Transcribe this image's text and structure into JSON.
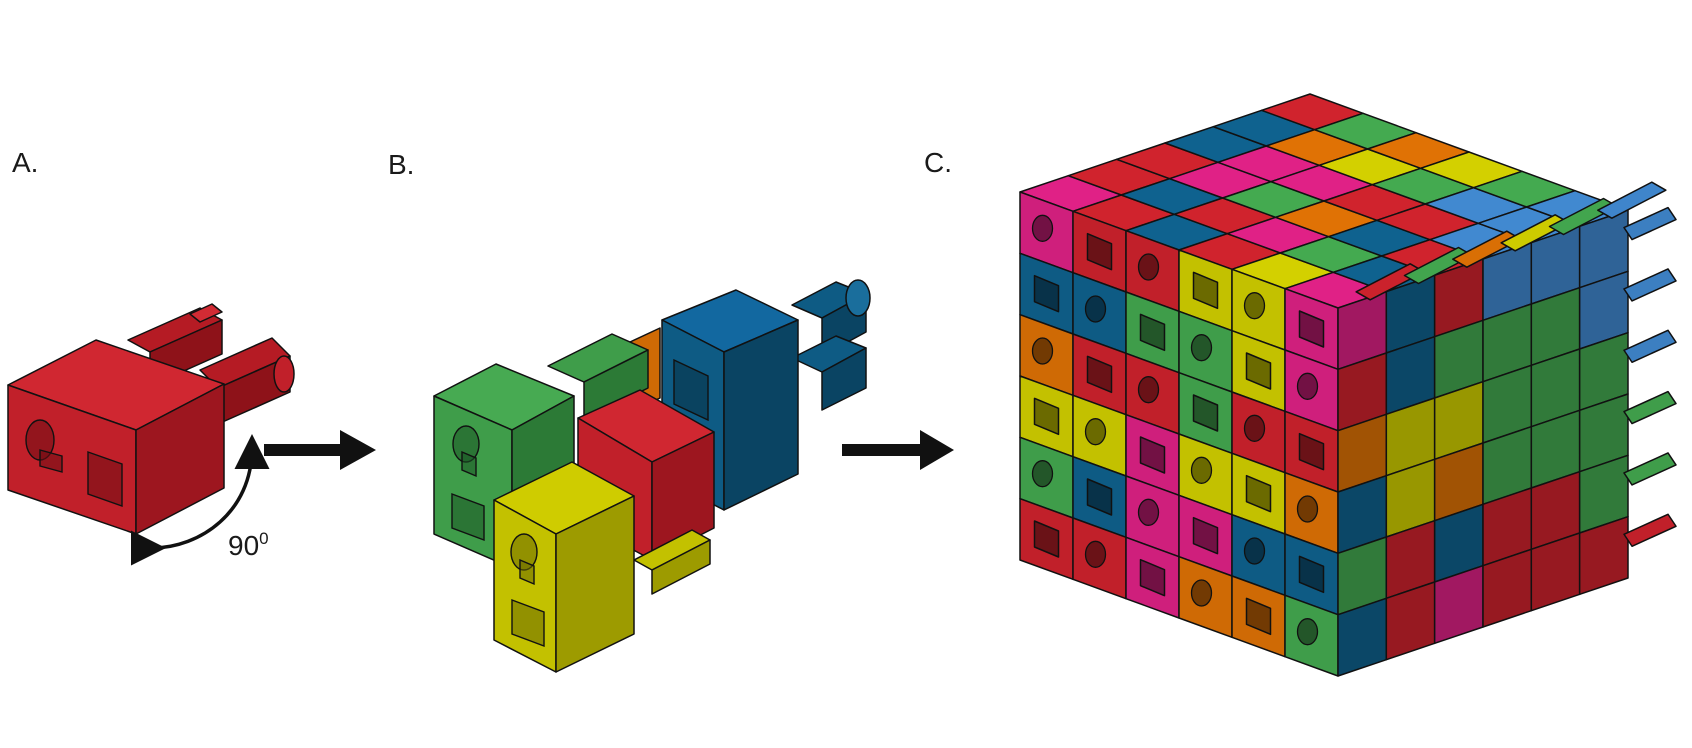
{
  "panels": {
    "a": {
      "label": "A.",
      "angle_value": "90",
      "angle_unit": "0"
    },
    "b": {
      "label": "B."
    },
    "c": {
      "label": "C."
    }
  },
  "palette": {
    "red": "#c1202a",
    "green": "#3f9d4a",
    "blue": "#0e5b84",
    "yellow": "#c3c100",
    "orange": "#cf6a05",
    "magenta": "#cf1f7c",
    "light_blue": "#3c7fc1"
  },
  "icons": [
    "arrow-right-icon",
    "rotation-arrow-icon"
  ]
}
